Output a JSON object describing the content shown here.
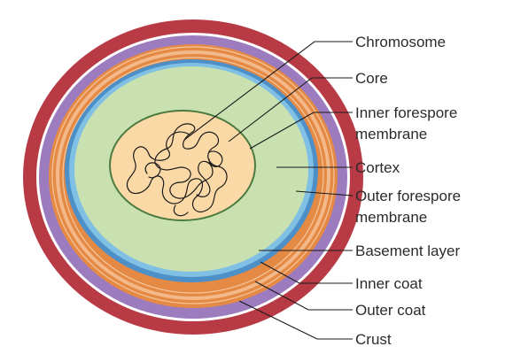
{
  "diagram": {
    "layers": [
      {
        "name": "crust",
        "color": "#b83a45"
      },
      {
        "name": "white-gap",
        "color": "#ffffff"
      },
      {
        "name": "outer-coat",
        "color": "#9c7bbf"
      },
      {
        "name": "inner-coat-1",
        "color": "#e58a45"
      },
      {
        "name": "inner-coat-2",
        "color": "#f3b98a"
      },
      {
        "name": "inner-coat-3",
        "color": "#e58a45"
      },
      {
        "name": "basement-layer",
        "color": "#4d8fc7"
      },
      {
        "name": "outer-forespore-membrane",
        "color": "#7fc0e4"
      },
      {
        "name": "cortex",
        "color": "#c9e0b0"
      },
      {
        "name": "inner-forespore-membrane",
        "color": "#4a7a3f"
      },
      {
        "name": "core",
        "color": "#fbd9a6"
      }
    ],
    "labels": [
      {
        "id": "chromosome",
        "lines": [
          "Chromosome"
        ]
      },
      {
        "id": "core",
        "lines": [
          "Core"
        ]
      },
      {
        "id": "inner-forespore-membrane",
        "lines": [
          "Inner forespore",
          "membrane"
        ]
      },
      {
        "id": "cortex",
        "lines": [
          "Cortex"
        ]
      },
      {
        "id": "outer-forespore-membrane",
        "lines": [
          "Outer forespore",
          "membrane"
        ]
      },
      {
        "id": "basement-layer",
        "lines": [
          "Basement layer"
        ]
      },
      {
        "id": "inner-coat",
        "lines": [
          "Inner coat"
        ]
      },
      {
        "id": "outer-coat",
        "lines": [
          "Outer coat"
        ]
      },
      {
        "id": "crust",
        "lines": [
          "Crust"
        ]
      }
    ]
  }
}
